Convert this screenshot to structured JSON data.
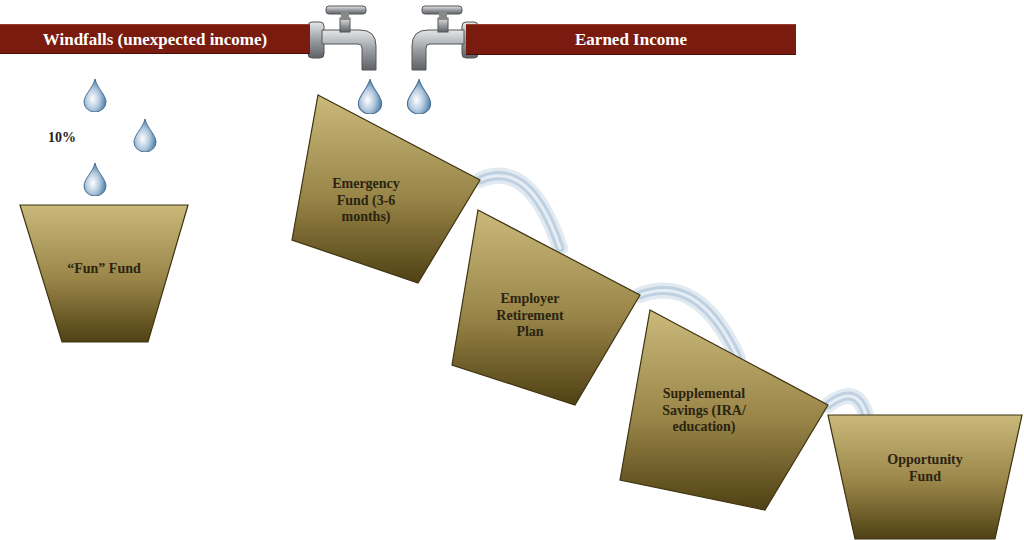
{
  "diagram": {
    "nodes": [
      {
        "text": [
          "Windfalls (unexpected income)"
        ]
      },
      {
        "text": [
          "Earned Income"
        ]
      },
      {
        "text": [
          "“Fun” Fund"
        ]
      },
      {
        "text": [
          "Emergency Fund (3-6 months)"
        ]
      },
      {
        "text": [
          "Employer Retirement Plan"
        ]
      },
      {
        "text": [
          "Supplemental Savings (IRA/ education)"
        ]
      },
      {
        "text": [
          "Opportunity Fund"
        ]
      }
    ],
    "edges": [
      {
        "from": 3,
        "to": 4,
        "arrow": "none"
      },
      {
        "from": 4,
        "to": 5,
        "arrow": "none"
      },
      {
        "from": 5,
        "to": 6,
        "arrow": "none"
      }
    ],
    "labels": [
      "10%"
    ]
  }
}
